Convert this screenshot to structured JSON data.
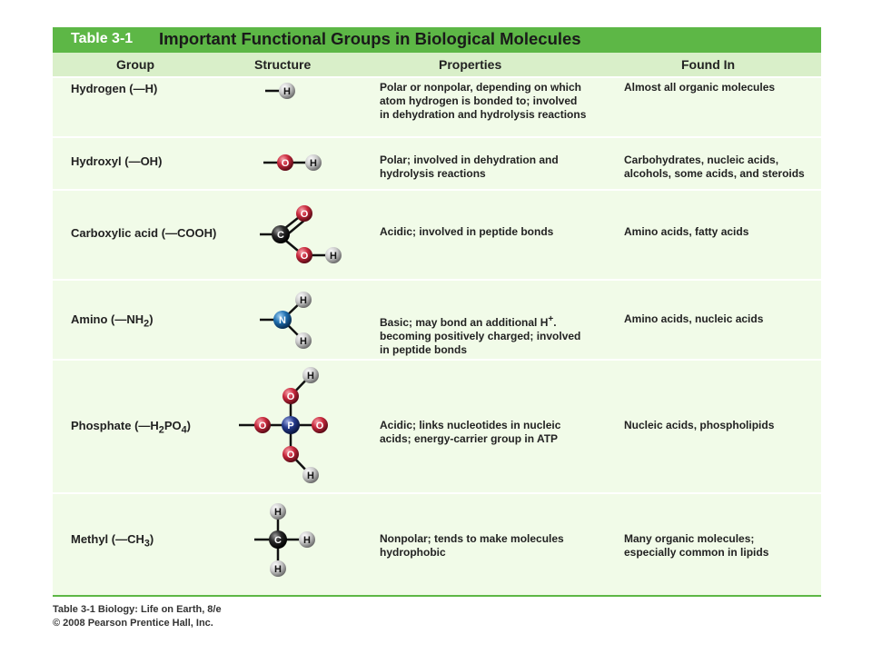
{
  "title": {
    "label": "Table 3-1",
    "text": "Important Functional Groups in Biological Molecules"
  },
  "headers": {
    "group": "Group",
    "structure": "Structure",
    "properties": "Properties",
    "found_in": "Found In"
  },
  "rows": [
    {
      "group": "Hydrogen (—H)",
      "properties": [
        "Polar or nonpolar, depending on which",
        "atom hydrogen is bonded to; involved",
        "in dehydration and hydrolysis reactions"
      ],
      "found_in": [
        "Almost all organic molecules"
      ],
      "atoms": [
        "H"
      ]
    },
    {
      "group": "Hydroxyl (—OH)",
      "properties": [
        "Polar; involved in dehydration and",
        "hydrolysis reactions"
      ],
      "found_in": [
        "Carbohydrates, nucleic acids,",
        "alcohols, some acids, and steroids"
      ],
      "atoms": [
        "O",
        "H"
      ]
    },
    {
      "group": "Carboxylic acid (—COOH)",
      "properties": [
        "Acidic; involved in peptide bonds"
      ],
      "found_in": [
        "Amino acids, fatty acids"
      ],
      "atoms": [
        "C",
        "O",
        "O",
        "H"
      ]
    },
    {
      "group_prefix": "Amino (—NH",
      "group_sub": "2",
      "group_suffix": ")",
      "properties_l1_prefix": "Basic; may bond an additional H",
      "properties_l1_sup": "+",
      "properties_l1_suffix": ".",
      "properties": [
        "becoming positively charged; involved",
        "in peptide bonds"
      ],
      "found_in": [
        "Amino acids, nucleic acids"
      ],
      "atoms": [
        "N",
        "H",
        "H"
      ]
    },
    {
      "group_prefix": "Phosphate (—H",
      "group_sub": "2",
      "group_mid": "PO",
      "group_sub2": "4",
      "group_suffix": ")",
      "properties": [
        "Acidic; links nucleotides in nucleic",
        "acids; energy-carrier group in ATP"
      ],
      "found_in": [
        "Nucleic acids, phospholipids"
      ],
      "atoms": [
        "P",
        "O",
        "O",
        "O",
        "O",
        "H",
        "H"
      ]
    },
    {
      "group_prefix": "Methyl (—CH",
      "group_sub": "3",
      "group_suffix": ")",
      "properties": [
        "Nonpolar; tends to make molecules",
        "hydrophobic"
      ],
      "found_in": [
        "Many organic molecules;",
        "especially common in lipids"
      ],
      "atoms": [
        "C",
        "H",
        "H",
        "H"
      ]
    }
  ],
  "footer": {
    "line1": "Table 3-1  Biology: Life on Earth, 8/e",
    "line2": "© 2008 Pearson Prentice Hall, Inc."
  },
  "colors": {
    "title_bar": "#5db746",
    "header_bg": "#d9efc9",
    "table_bg": "#f1fbe8",
    "hydrogen": "#c8c8c8",
    "oxygen": "#c8283c",
    "carbon": "#2a2a2a",
    "nitrogen": "#1e6fb0",
    "phosphorus": "#243a8c"
  }
}
